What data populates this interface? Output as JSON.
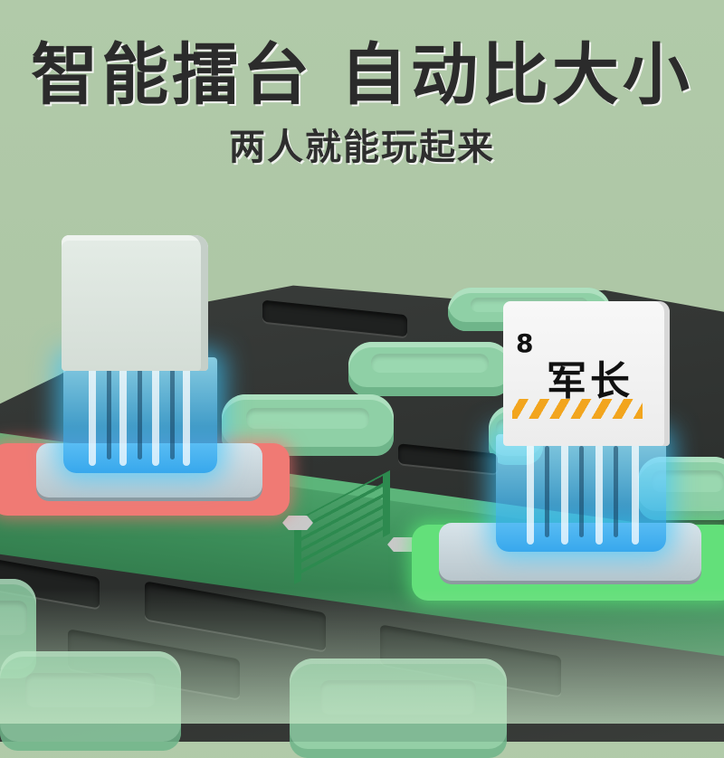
{
  "headline": "智能擂台 自动比大小",
  "subline": "两人就能玩起来",
  "pieces": [
    {
      "side": "left",
      "face": "hidden",
      "pad_color": "#f07a74"
    },
    {
      "side": "right",
      "face": "revealed",
      "number": "8",
      "rank": "军长",
      "pad_color": "#63e07a"
    }
  ],
  "colors": {
    "background": "#b1caa9",
    "headline_text": "#2b2b2b",
    "board_green": "#3e925c",
    "slot_mint": "#8fd0a6",
    "board_dark": "#2c2f2d",
    "glow_blue": "#46befa",
    "warning_stripe": "#f2a51e"
  }
}
